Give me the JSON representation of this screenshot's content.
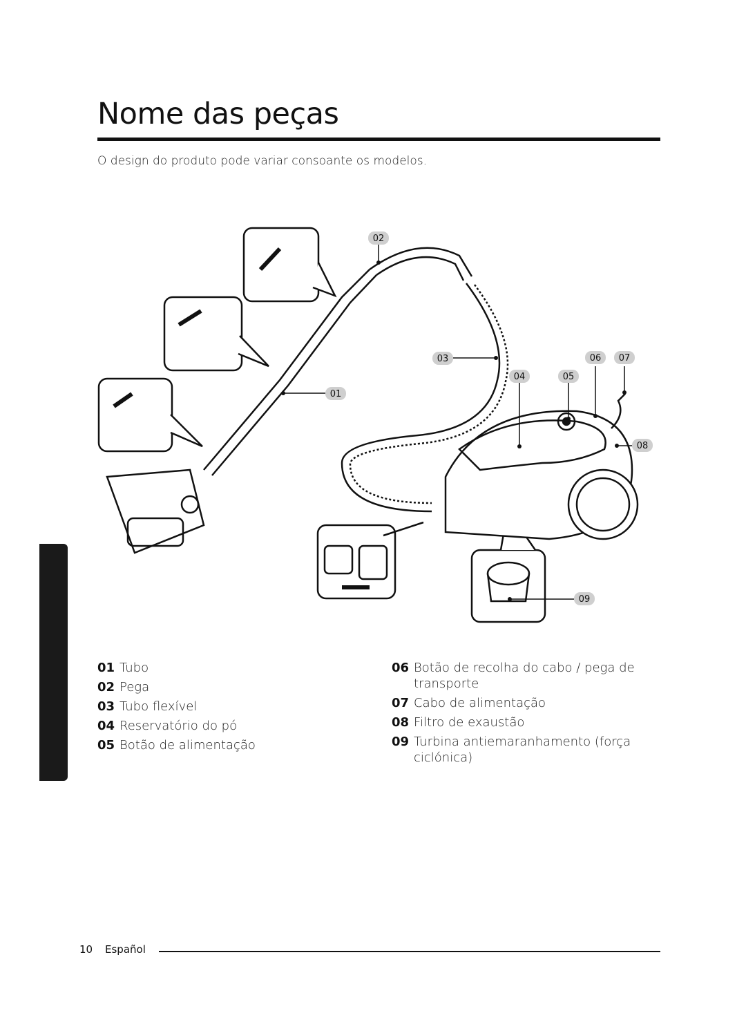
{
  "header": {
    "title": "Nome das peças",
    "subtitle": "O design do produto pode variar consoante os modelos."
  },
  "callouts": [
    "01",
    "02",
    "03",
    "04",
    "05",
    "06",
    "07",
    "08",
    "09"
  ],
  "parts_left": [
    {
      "num": "01",
      "label": "Tubo"
    },
    {
      "num": "02",
      "label": "Pega"
    },
    {
      "num": "03",
      "label": "Tubo flexível"
    },
    {
      "num": "04",
      "label": "Reservatório do pó"
    },
    {
      "num": "05",
      "label": "Botão de alimentação"
    }
  ],
  "parts_right": [
    {
      "num": "06",
      "label": "Botão de recolha do cabo / pega de transporte"
    },
    {
      "num": "07",
      "label": "Cabo de alimentação"
    },
    {
      "num": "08",
      "label": "Filtro de exaustão"
    },
    {
      "num": "09",
      "label": "Turbina antiemaranhamento (força ciclónica)"
    }
  ],
  "footer": {
    "page_number": "10",
    "language": "Español"
  }
}
